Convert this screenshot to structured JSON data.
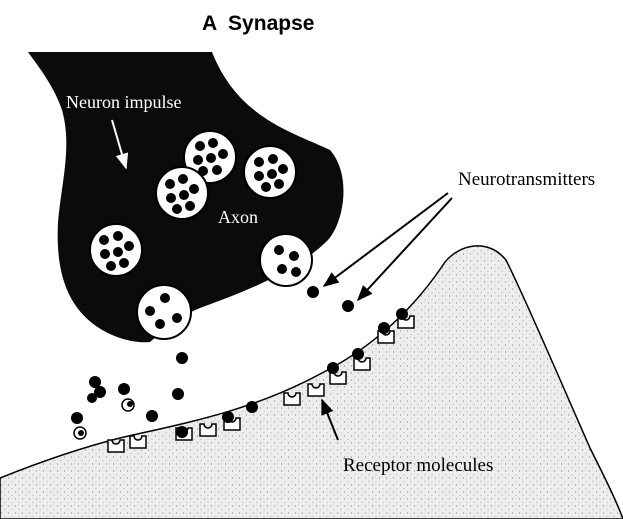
{
  "title": "A  Synapse",
  "labels": {
    "neuron_impulse": "Neuron impulse",
    "axon": "Axon",
    "neurotransmitters": "Neurotransmitters",
    "receptor_molecules": "Receptor molecules"
  },
  "colors": {
    "axon_fill": "#0b0b0b",
    "dendrite_fill": "#ececec",
    "vesicle_fill": "#ffffff",
    "molecule_fill": "#000000"
  }
}
